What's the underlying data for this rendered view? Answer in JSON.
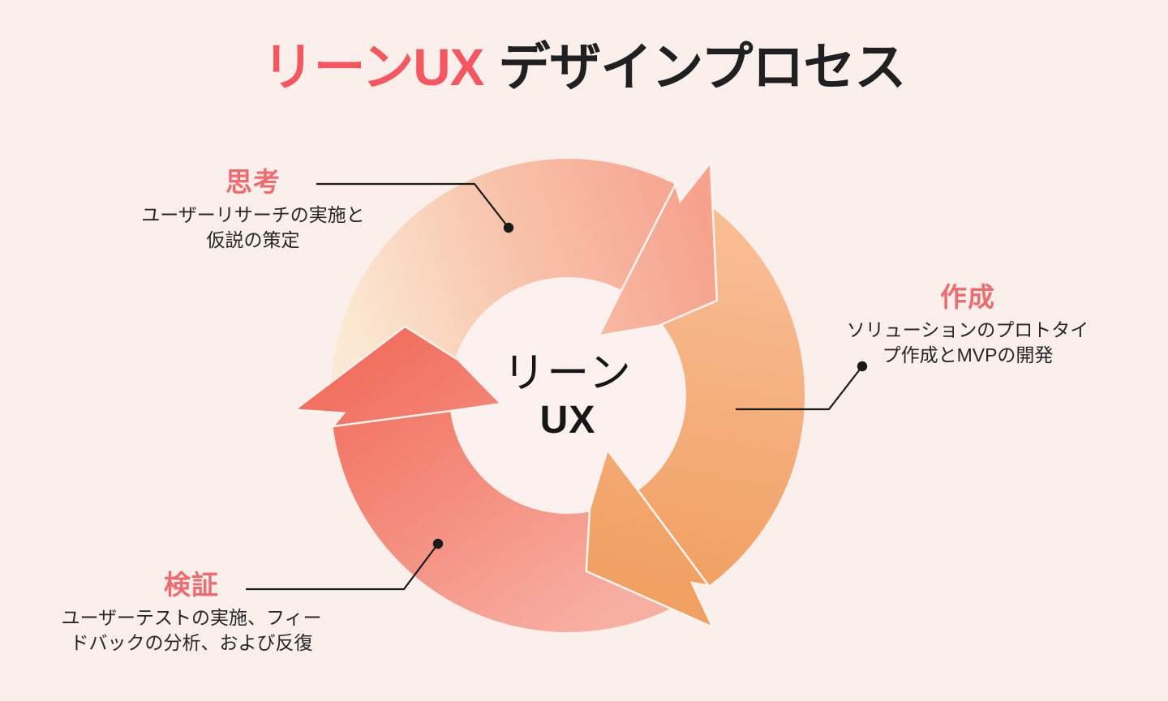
{
  "title": {
    "accent": "リーンUX",
    "rest": "デザインプロセス"
  },
  "center": {
    "line1": "リーン",
    "line2": "UX"
  },
  "steps": [
    {
      "id": "thinking",
      "label": "思考",
      "desc1": "ユーザーリサーチの実施と",
      "desc2": "仮説の策定"
    },
    {
      "id": "creation",
      "label": "作成",
      "desc1": "ソリューションのプロトタイ",
      "desc2": "プ作成とMVPの開発"
    },
    {
      "id": "validation",
      "label": "検証",
      "desc1": "ユーザーテストの実施、フィー",
      "desc2": "ドバックの分析、および反復"
    }
  ],
  "colors": {
    "background": "#FBEFEC",
    "title_accent": "#F5565F",
    "title_text": "#202022",
    "label_accent": "#ED6C70",
    "body_text": "#262626",
    "connector": "#1A1A1A",
    "center_circle": "#FCF1EE",
    "head_stroke": "#FDF4F0",
    "segment_top_start": "#FBE9D3",
    "segment_top_mid": "#F8C2AA",
    "segment_top_end": "#F6A28D",
    "segment_right_start": "#F8BB92",
    "segment_right_end": "#F0A061",
    "segment_left_start": "#F7AFA2",
    "segment_left_end": "#F2705F"
  }
}
